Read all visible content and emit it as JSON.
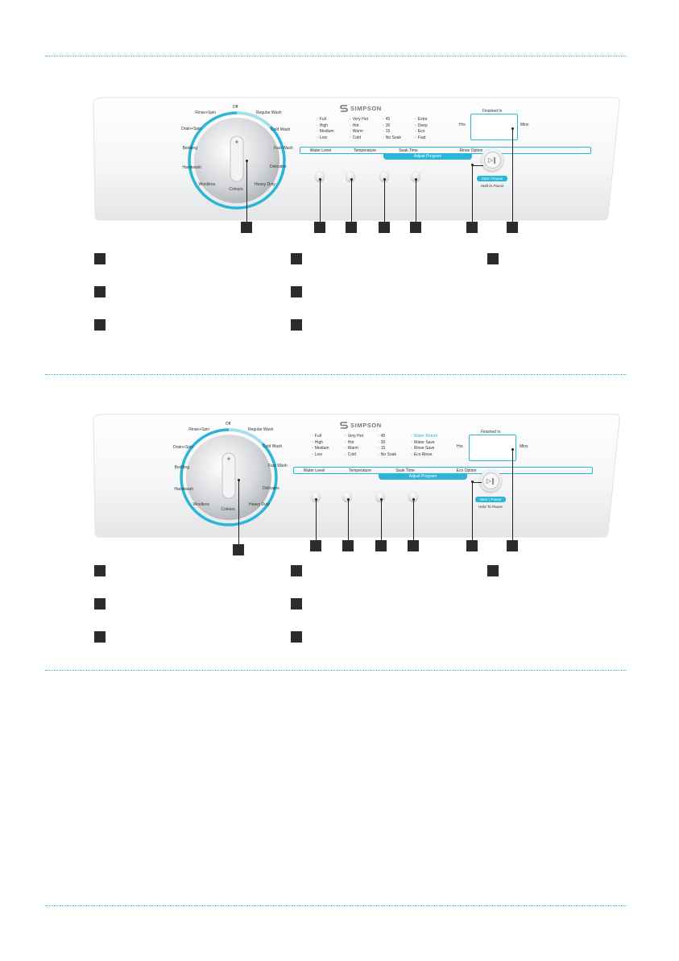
{
  "colors": {
    "accent": "#2bb5d9",
    "marker": "#2b2b2b",
    "text": "#333333"
  },
  "brand": {
    "name": "SIMPSON",
    "icon": "simpson-s-logo-icon"
  },
  "panels": [
    {
      "dial": {
        "off": "Off",
        "labels_right": [
          "Regular Wash",
          "Cold Wash",
          "Fast Wash",
          "Delicates",
          "Heavy Duty"
        ],
        "labels_left": [
          "Rinse+Spin",
          "Drain+Spin",
          "Bedding",
          "Handwash",
          "Woollens"
        ],
        "bottom": "Colours"
      },
      "options": {
        "water_level": [
          "Full",
          "High",
          "Medium",
          "Low"
        ],
        "temperature": [
          "Very Hot",
          "Hot",
          "Warm",
          "Cold"
        ],
        "soak_time": [
          "45",
          "30",
          "15",
          "No Soak"
        ],
        "rinse": [
          "Extra",
          "Deep",
          "Eco",
          "Fast"
        ]
      },
      "bar": {
        "water_level": "Water Level",
        "temperature": "Temperature",
        "soak_time": "Soak Time",
        "rinse": "Rinse Option",
        "adjust": "Adjust Program"
      },
      "display": {
        "title": "Finished In",
        "hrs": "Hrs",
        "mins": "Mins"
      },
      "start": {
        "label": "Start / Pause",
        "hint": "Hold to Pause",
        "icon": "play-pause-icon"
      }
    },
    {
      "dial": {
        "off": "Off",
        "labels_right": [
          "Regular Wash",
          "Cold Wash",
          "Fast Wash",
          "Delicates",
          "Heavy Duty"
        ],
        "labels_left": [
          "Rinse+Spin",
          "Drain+Spin",
          "Bedding",
          "Handwash",
          "Woollens"
        ],
        "bottom": "Colours"
      },
      "options": {
        "water_level": [
          "Full",
          "High",
          "Medium",
          "Low"
        ],
        "temperature": [
          "Very Hot",
          "Hot",
          "Warm",
          "Cold"
        ],
        "soak_time": [
          "45",
          "30",
          "15",
          "No Soak"
        ],
        "rinse": [
          "Water Return",
          "Water Save",
          "Rinse Save",
          "Eco Rinse"
        ]
      },
      "bar": {
        "water_level": "Water Level",
        "temperature": "Temperature",
        "soak_time": "Soak Time",
        "rinse": "Eco Option",
        "adjust": "Adjust Program"
      },
      "display": {
        "title": "Finished In",
        "hrs": "Hrs",
        "mins": "Mins"
      },
      "start": {
        "label": "Start / Pause",
        "hint": "Hold To Pause",
        "icon": "play-pause-icon"
      }
    }
  ]
}
